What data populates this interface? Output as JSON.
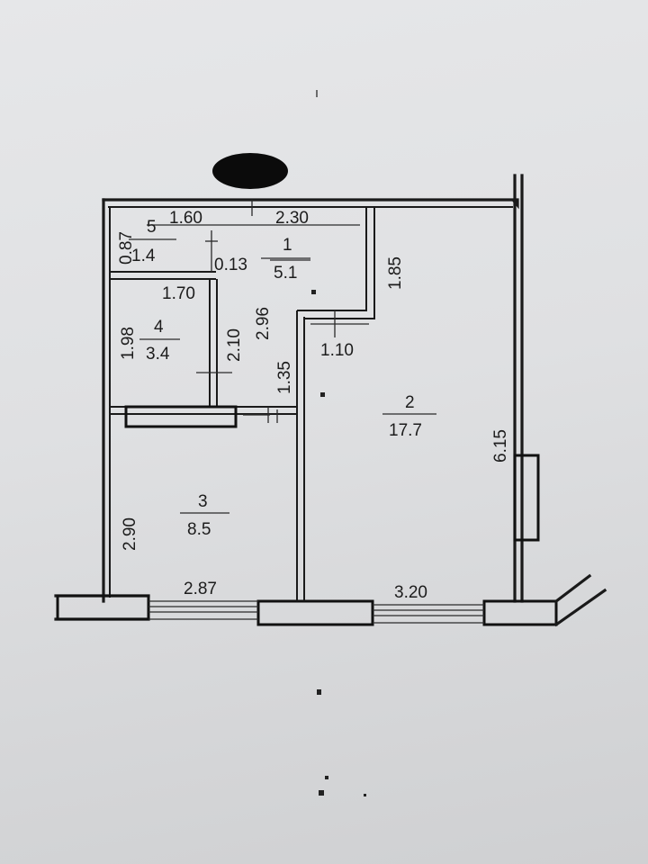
{
  "rooms": [
    {
      "number": "1",
      "area": "5.1"
    },
    {
      "number": "2",
      "area": "17.7"
    },
    {
      "number": "3",
      "area": "8.5"
    },
    {
      "number": "4",
      "area": "3.4"
    },
    {
      "number": "5",
      "area": "1.4"
    }
  ],
  "dimensions": {
    "d_1_60": "1.60",
    "d_2_30": "2.30",
    "d_0_87": "0.87",
    "d_0_13": "0.13",
    "d_1_85": "1.85",
    "d_1_70": "1.70",
    "d_1_98": "1.98",
    "d_2_10": "2.10",
    "d_2_96": "2.96",
    "d_1_10": "1.10",
    "d_1_35": "1.35",
    "d_6_15": "6.15",
    "d_2_90": "2.90",
    "d_2_87": "2.87",
    "d_3_20": "3.20"
  }
}
